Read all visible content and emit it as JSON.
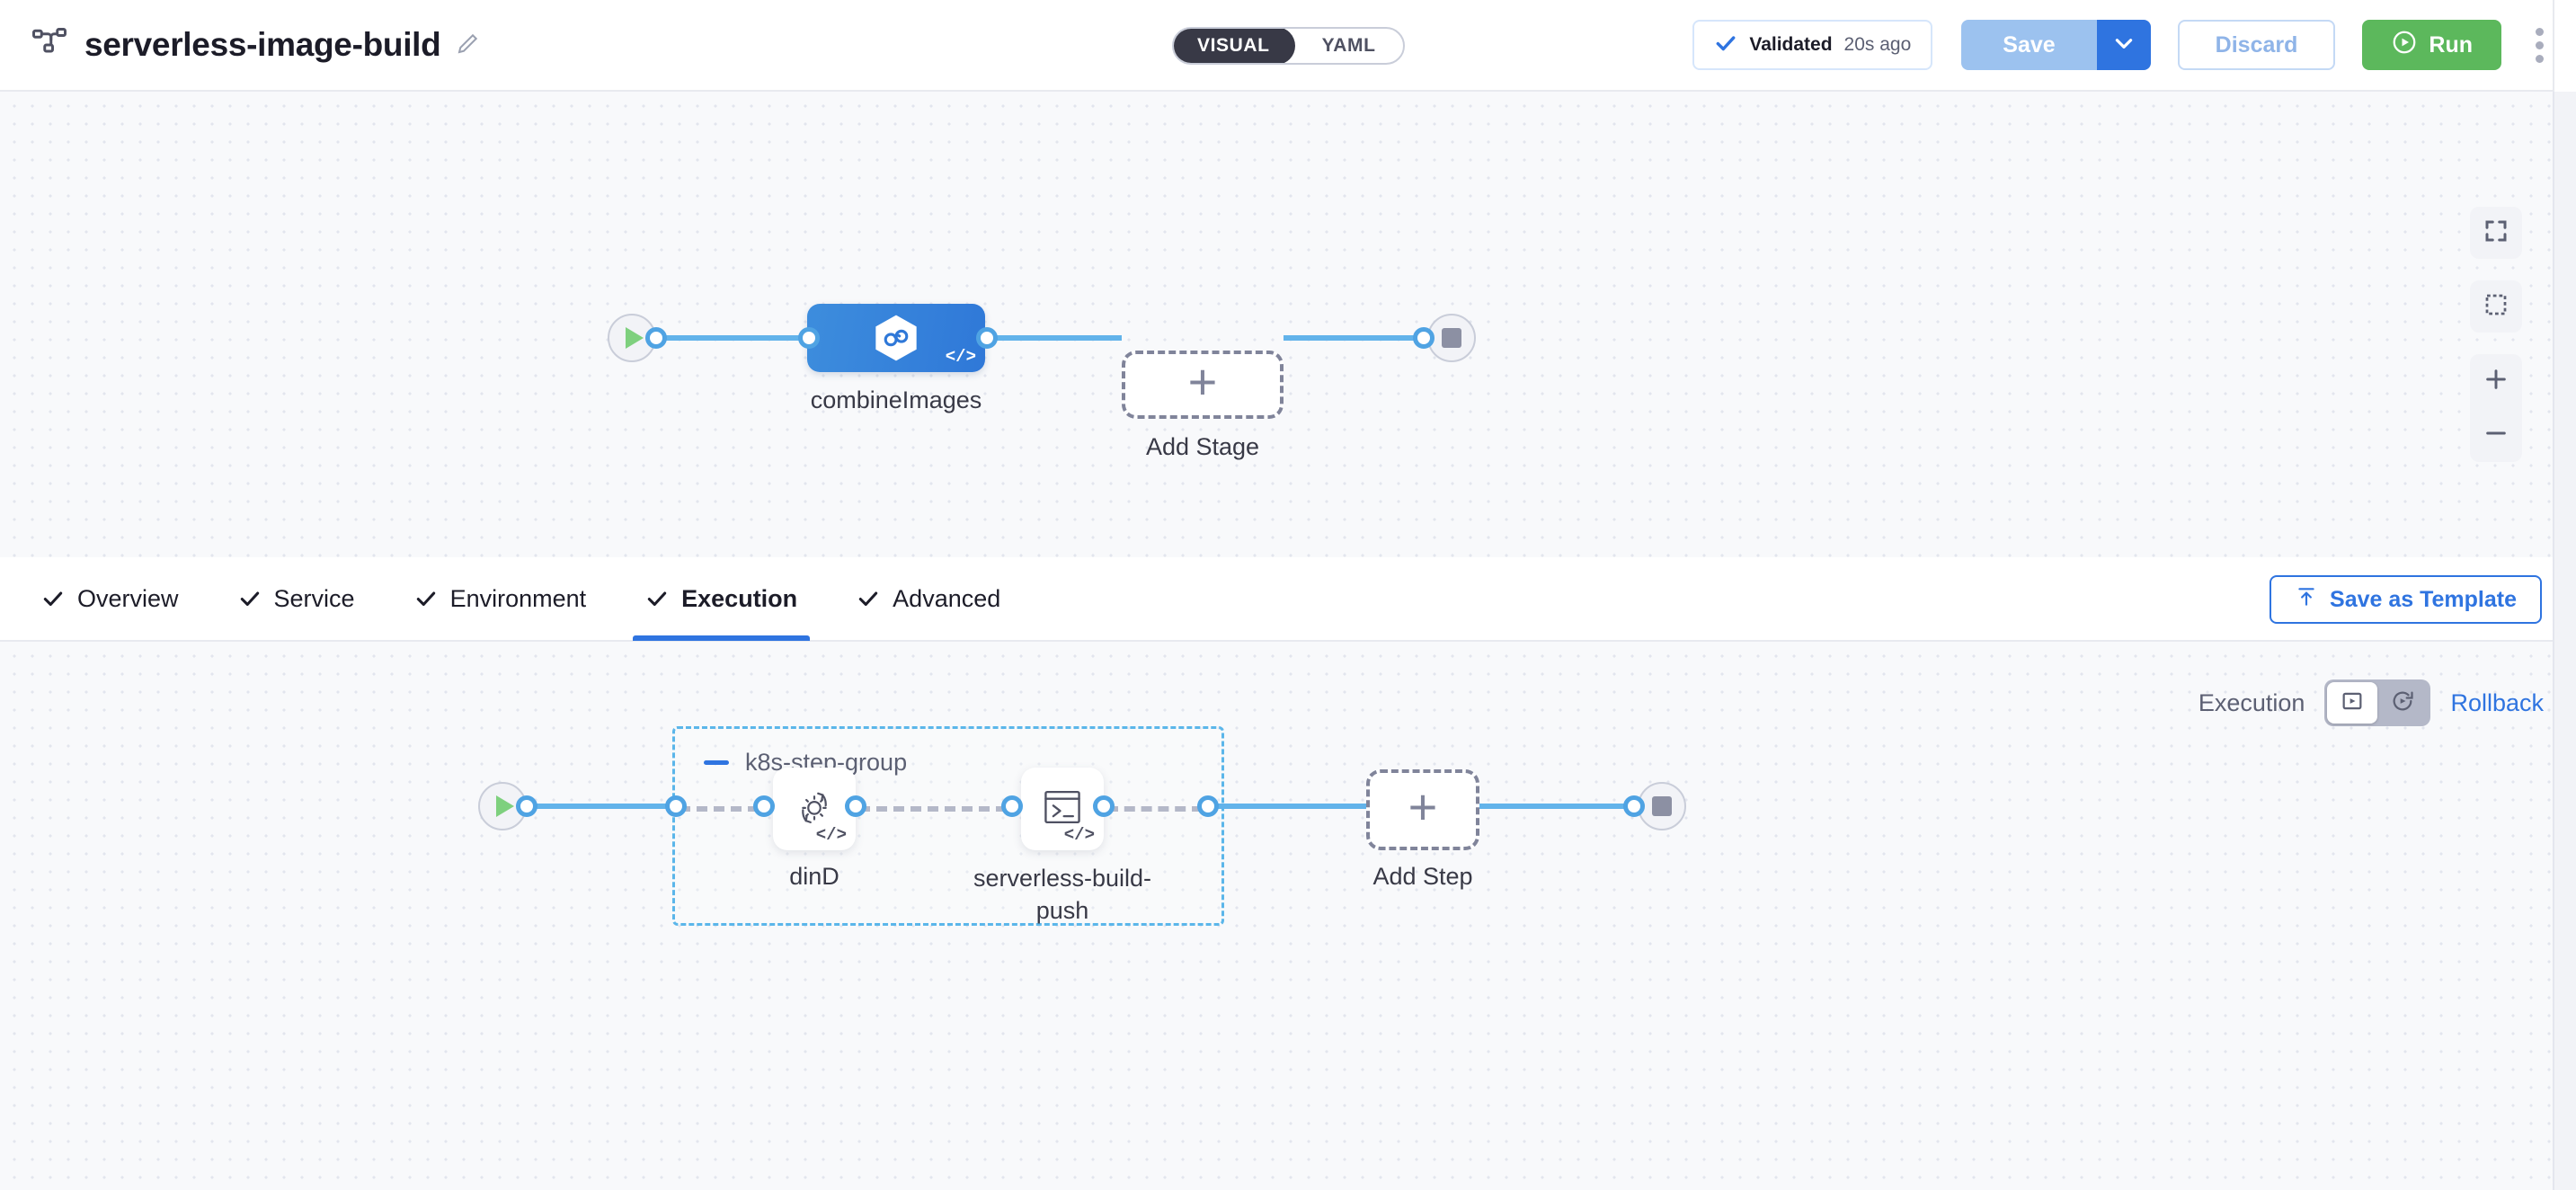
{
  "header": {
    "pipeline_icon": "pipeline-icon",
    "title": "serverless-image-build",
    "edit_icon": "pencil-icon",
    "mode_toggle": {
      "visual": "VISUAL",
      "yaml": "YAML",
      "selected": "VISUAL"
    },
    "validated": {
      "icon": "check-icon",
      "label": "Validated",
      "time": "20s ago"
    },
    "save_label": "Save",
    "save_caret_icon": "chevron-down-icon",
    "discard_label": "Discard",
    "run_label": "Run",
    "run_icon": "play-circle-icon",
    "more_icon": "kebab-menu-icon"
  },
  "stage_canvas": {
    "start_node": {
      "icon": "play-icon"
    },
    "end_node": {
      "icon": "stop-icon"
    },
    "stage": {
      "label": "combineImages",
      "icon": "hexagon-infinity-icon",
      "badge": "</>"
    },
    "add_stage": {
      "label": "Add Stage",
      "icon": "plus-icon"
    },
    "controls": [
      {
        "name": "fit-to-screen",
        "icon": "expand-icon"
      },
      {
        "name": "selection-box",
        "icon": "marquee-icon"
      },
      {
        "name": "zoom-in",
        "icon": "plus-icon"
      },
      {
        "name": "zoom-out",
        "icon": "minus-icon"
      }
    ]
  },
  "tabs": [
    {
      "label": "Overview",
      "icon": "check-icon",
      "active": false
    },
    {
      "label": "Service",
      "icon": "check-icon",
      "active": false
    },
    {
      "label": "Environment",
      "icon": "check-icon",
      "active": false
    },
    {
      "label": "Execution",
      "icon": "check-icon",
      "active": true
    },
    {
      "label": "Advanced",
      "icon": "check-icon",
      "active": false
    }
  ],
  "save_as_template": {
    "label": "Save as Template",
    "icon": "upload-icon"
  },
  "execution_toggle": {
    "left_label": "Execution",
    "right_label": "Rollback",
    "execution_icon": "play-box-icon",
    "rollback_icon": "rollback-icon",
    "selected": "Execution"
  },
  "step_canvas": {
    "start_node": {
      "icon": "play-icon"
    },
    "end_node": {
      "icon": "stop-icon"
    },
    "step_group": {
      "label": "k8s-step-group",
      "collapse_icon": "minus-icon"
    },
    "steps": [
      {
        "label": "dinD",
        "icon": "gear-sync-icon",
        "badge": "</>"
      },
      {
        "label": "serverless-build-push",
        "icon": "terminal-icon",
        "badge": "</>"
      }
    ],
    "add_step": {
      "label": "Add Step",
      "icon": "plus-icon"
    }
  },
  "colors": {
    "accent_blue": "#2f74e0",
    "edge_blue": "#62b3ea",
    "run_green": "#5cb85c",
    "canvas_bg": "#f8f9fb",
    "group_border": "#5bb6ea"
  }
}
